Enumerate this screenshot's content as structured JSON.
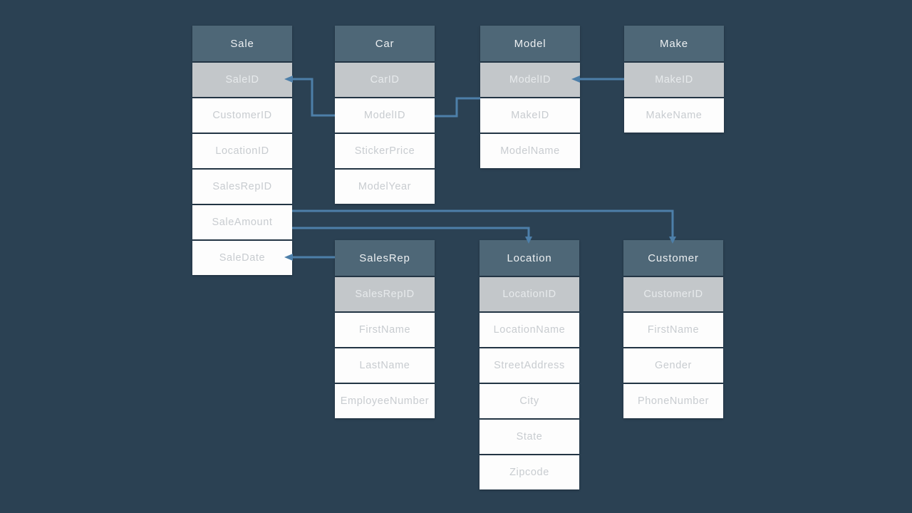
{
  "diagram": {
    "tables": [
      {
        "name": "Sale",
        "primary_key": "SaleID",
        "columns": [
          "SaleID",
          "CustomerID",
          "LocationID",
          "SalesRepID",
          "SaleAmount",
          "SaleDate"
        ]
      },
      {
        "name": "Car",
        "primary_key": "CarID",
        "columns": [
          "CarID",
          "ModelID",
          "StickerPrice",
          "ModelYear"
        ]
      },
      {
        "name": "Model",
        "primary_key": "ModelID",
        "columns": [
          "ModelID",
          "MakeID",
          "ModelName"
        ]
      },
      {
        "name": "Make",
        "primary_key": "MakeID",
        "columns": [
          "MakeID",
          "MakeName"
        ]
      },
      {
        "name": "SalesRep",
        "primary_key": "SalesRepID",
        "columns": [
          "SalesRepID",
          "FirstName",
          "LastName",
          "EmployeeNumber"
        ]
      },
      {
        "name": "Location",
        "primary_key": "LocationID",
        "columns": [
          "LocationID",
          "LocationName",
          "StreetAddress",
          "City",
          "State",
          "Zipcode"
        ]
      },
      {
        "name": "Customer",
        "primary_key": "CustomerID",
        "columns": [
          "CustomerID",
          "FirstName",
          "Gender",
          "PhoneNumber"
        ]
      }
    ],
    "relationships": [
      {
        "from": "Sale.SaleID",
        "to": "Car.ModelID"
      },
      {
        "from": "Car.ModelID",
        "to": "Model.ModelID"
      },
      {
        "from": "Model.ModelID",
        "to": "Make.MakeID"
      },
      {
        "from": "Sale.SaleAmount",
        "to": "Customer"
      },
      {
        "from": "Sale.SaleAmount",
        "to": "Location"
      },
      {
        "from": "Sale.SaleDate",
        "to": "SalesRep"
      }
    ],
    "colors": {
      "background": "#2b4153",
      "table_header": "#4e6777",
      "key_row": "#c3c7ca",
      "row": "#fdfdfd",
      "header_text": "#edf0f2",
      "key_row_text": "#e7eaec",
      "row_text": "#c8ccd0",
      "connector": "#4d7fa9"
    }
  }
}
